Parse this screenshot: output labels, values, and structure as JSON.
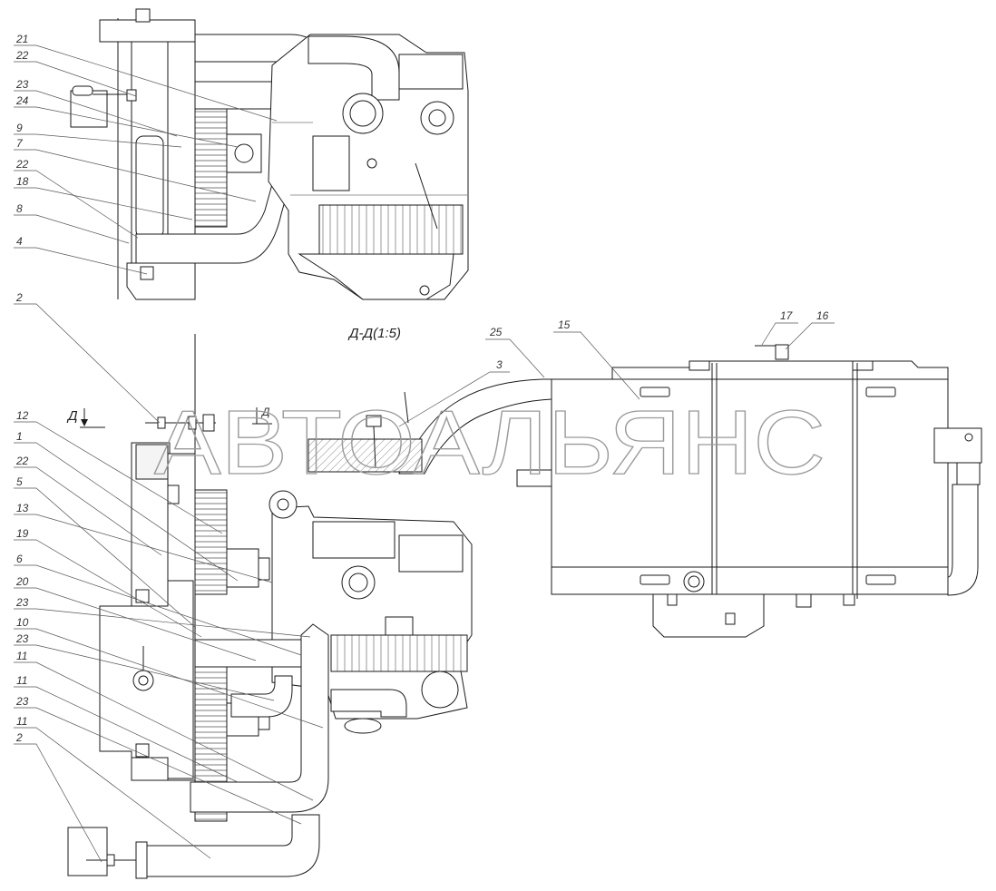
{
  "drawing": {
    "section_label": "Д-Д(1:5)",
    "view_marker_left": "Д",
    "view_marker_right": "Д",
    "watermark": "АВТОАЛЬЯНС"
  },
  "callouts": {
    "top_view": [
      "21",
      "22",
      "23",
      "24",
      "9",
      "7",
      "22",
      "18",
      "8",
      "4",
      "2"
    ],
    "bottom_view": [
      "12",
      "1",
      "22",
      "5",
      "13",
      "19",
      "6",
      "20",
      "23",
      "10",
      "23",
      "11",
      "11",
      "23",
      "11",
      "2"
    ],
    "right_view": [
      "25",
      "15",
      "3",
      "17",
      "16"
    ]
  }
}
